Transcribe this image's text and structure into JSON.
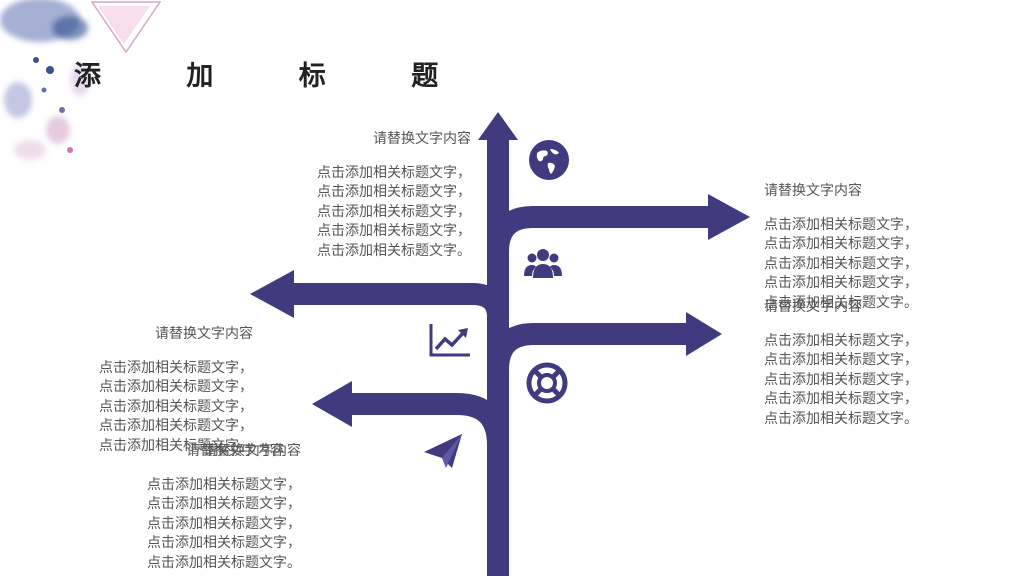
{
  "slide": {
    "title": "添 加 标 题",
    "accent_color": "#3f3b7e"
  },
  "blocks": [
    {
      "heading": "请替换文字内容",
      "lines": [
        "点击添加相关标题文字，",
        "点击添加相关标题文字，",
        "点击添加相关标题文字，",
        "点击添加相关标题文字，",
        "点击添加相关标题文字。"
      ]
    },
    {
      "heading": "请替换文字内容",
      "lines": [
        "点击添加相关标题文字，",
        "点击添加相关标题文字，",
        "点击添加相关标题文字，",
        "点击添加相关标题文字，",
        "点击添加相关标题文字。"
      ]
    },
    {
      "heading": "请替换文字内容",
      "lines": [
        "点击添加相关标题文字，",
        "点击添加相关标题文字，",
        "点击添加相关标题文字，",
        "点击添加相关标题文字，",
        "点击添加相关标题文字。"
      ]
    },
    {
      "heading": "请替换文字内容",
      "lines": [
        "点击添加相关标题文字，",
        "点击添加相关标题文字，",
        "点击添加相关标题文字，",
        "点击添加相关标题文字，",
        "点击添加相关标题文字。"
      ]
    },
    {
      "heading": "请替换文字内容",
      "lines": [
        "点击添加相关标题文字，",
        "点击添加相关标题文字，",
        "点击添加相关标题文字，",
        "点击添加相关标题文字，",
        "点击添加相关标题文字。"
      ]
    },
    {
      "heading": "请替换文字内容",
      "lines": [
        "点击添加相关标题文字，",
        "点击添加相关标题文字，",
        "点击添加相关标题文字，",
        "点击添加相关标题文字，",
        "点击添加相关标题文字。"
      ]
    }
  ],
  "icons": [
    "globe-icon",
    "team-icon",
    "chart-trend-icon",
    "lifebuoy-icon",
    "paper-plane-icon"
  ]
}
